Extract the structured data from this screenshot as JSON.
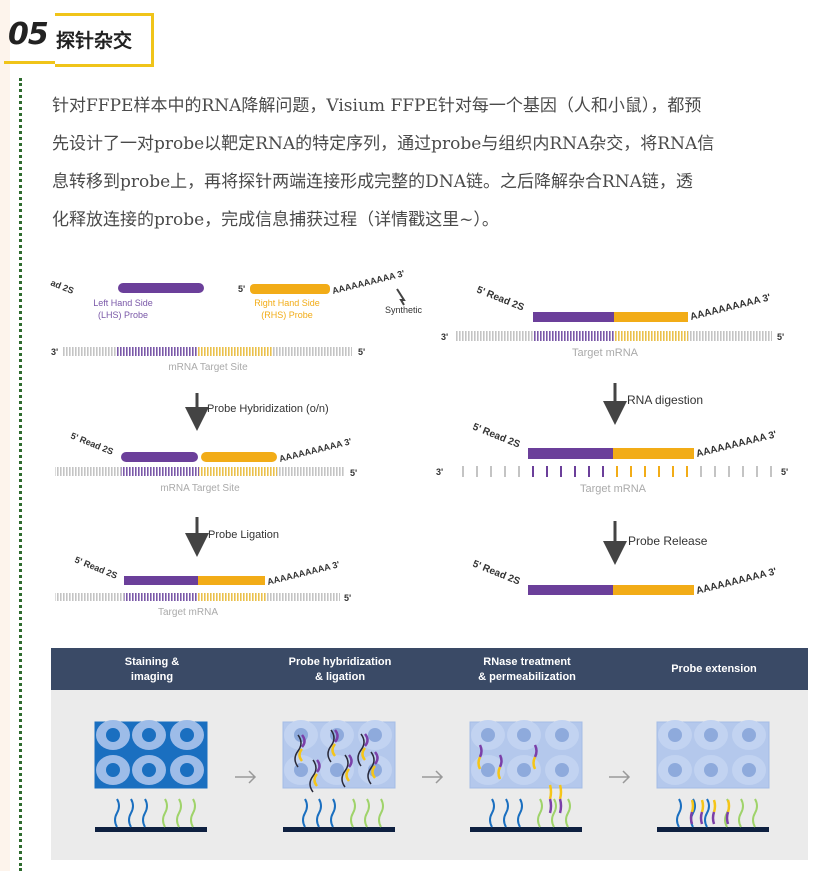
{
  "section": {
    "number": "05",
    "title": "探针杂交"
  },
  "paragraph": {
    "lines": [
      "针对FFPE样本中的RNA降解问题，Visium FFPE针对每一个基因（人和小鼠），都预",
      "先设计了一对probe以靶定RNA的特定序列，通过probe与组织内RNA杂交，将RNA信",
      "息转移到probe上，再将探针两端连接形成完整的DNA链。之后降解杂合RNA链，透",
      "化释放连接的probe，完成信息捕获过程（详情戳这里~）。"
    ]
  },
  "left_diagram": {
    "read_cut": "ad 2S",
    "lhs_label_1": "Left Hand Side",
    "lhs_label_2": "(LHS) Probe",
    "rhs_five": "5'",
    "rhs_label_1": "Right Hand Side",
    "rhs_label_2": "(RHS) Probe",
    "polyA": "AAAAAAAAAA 3'",
    "synthetic": "Synthetic",
    "three": "3'",
    "five": "5'",
    "read": "5' Read 2S",
    "site_label": "mRNA Target Site",
    "step1": "Probe Hybridization (o/n)",
    "step2": "Probe Ligation",
    "target_label": "Target mRNA",
    "colors": {
      "lhs": "#6b3f9a",
      "rhs": "#f2ac17"
    }
  },
  "right_diagram": {
    "read": "5' Read 2S",
    "polyA": "AAAAAAAAAA 3'",
    "three": "3'",
    "five": "5'",
    "target_label": "Target mRNA",
    "step1": "RNA digestion",
    "step2": "Probe Release"
  },
  "workflow": {
    "steps": [
      {
        "line1": "Staining &",
        "line2": "imaging"
      },
      {
        "line1": "Probe hybridization",
        "line2": "& ligation"
      },
      {
        "line1": "RNase treatment",
        "line2": "& permeabilization"
      },
      {
        "line1": "Probe extension",
        "line2": ""
      }
    ],
    "colors": {
      "header": "#3a4a66",
      "body": "#ebebeb"
    }
  }
}
